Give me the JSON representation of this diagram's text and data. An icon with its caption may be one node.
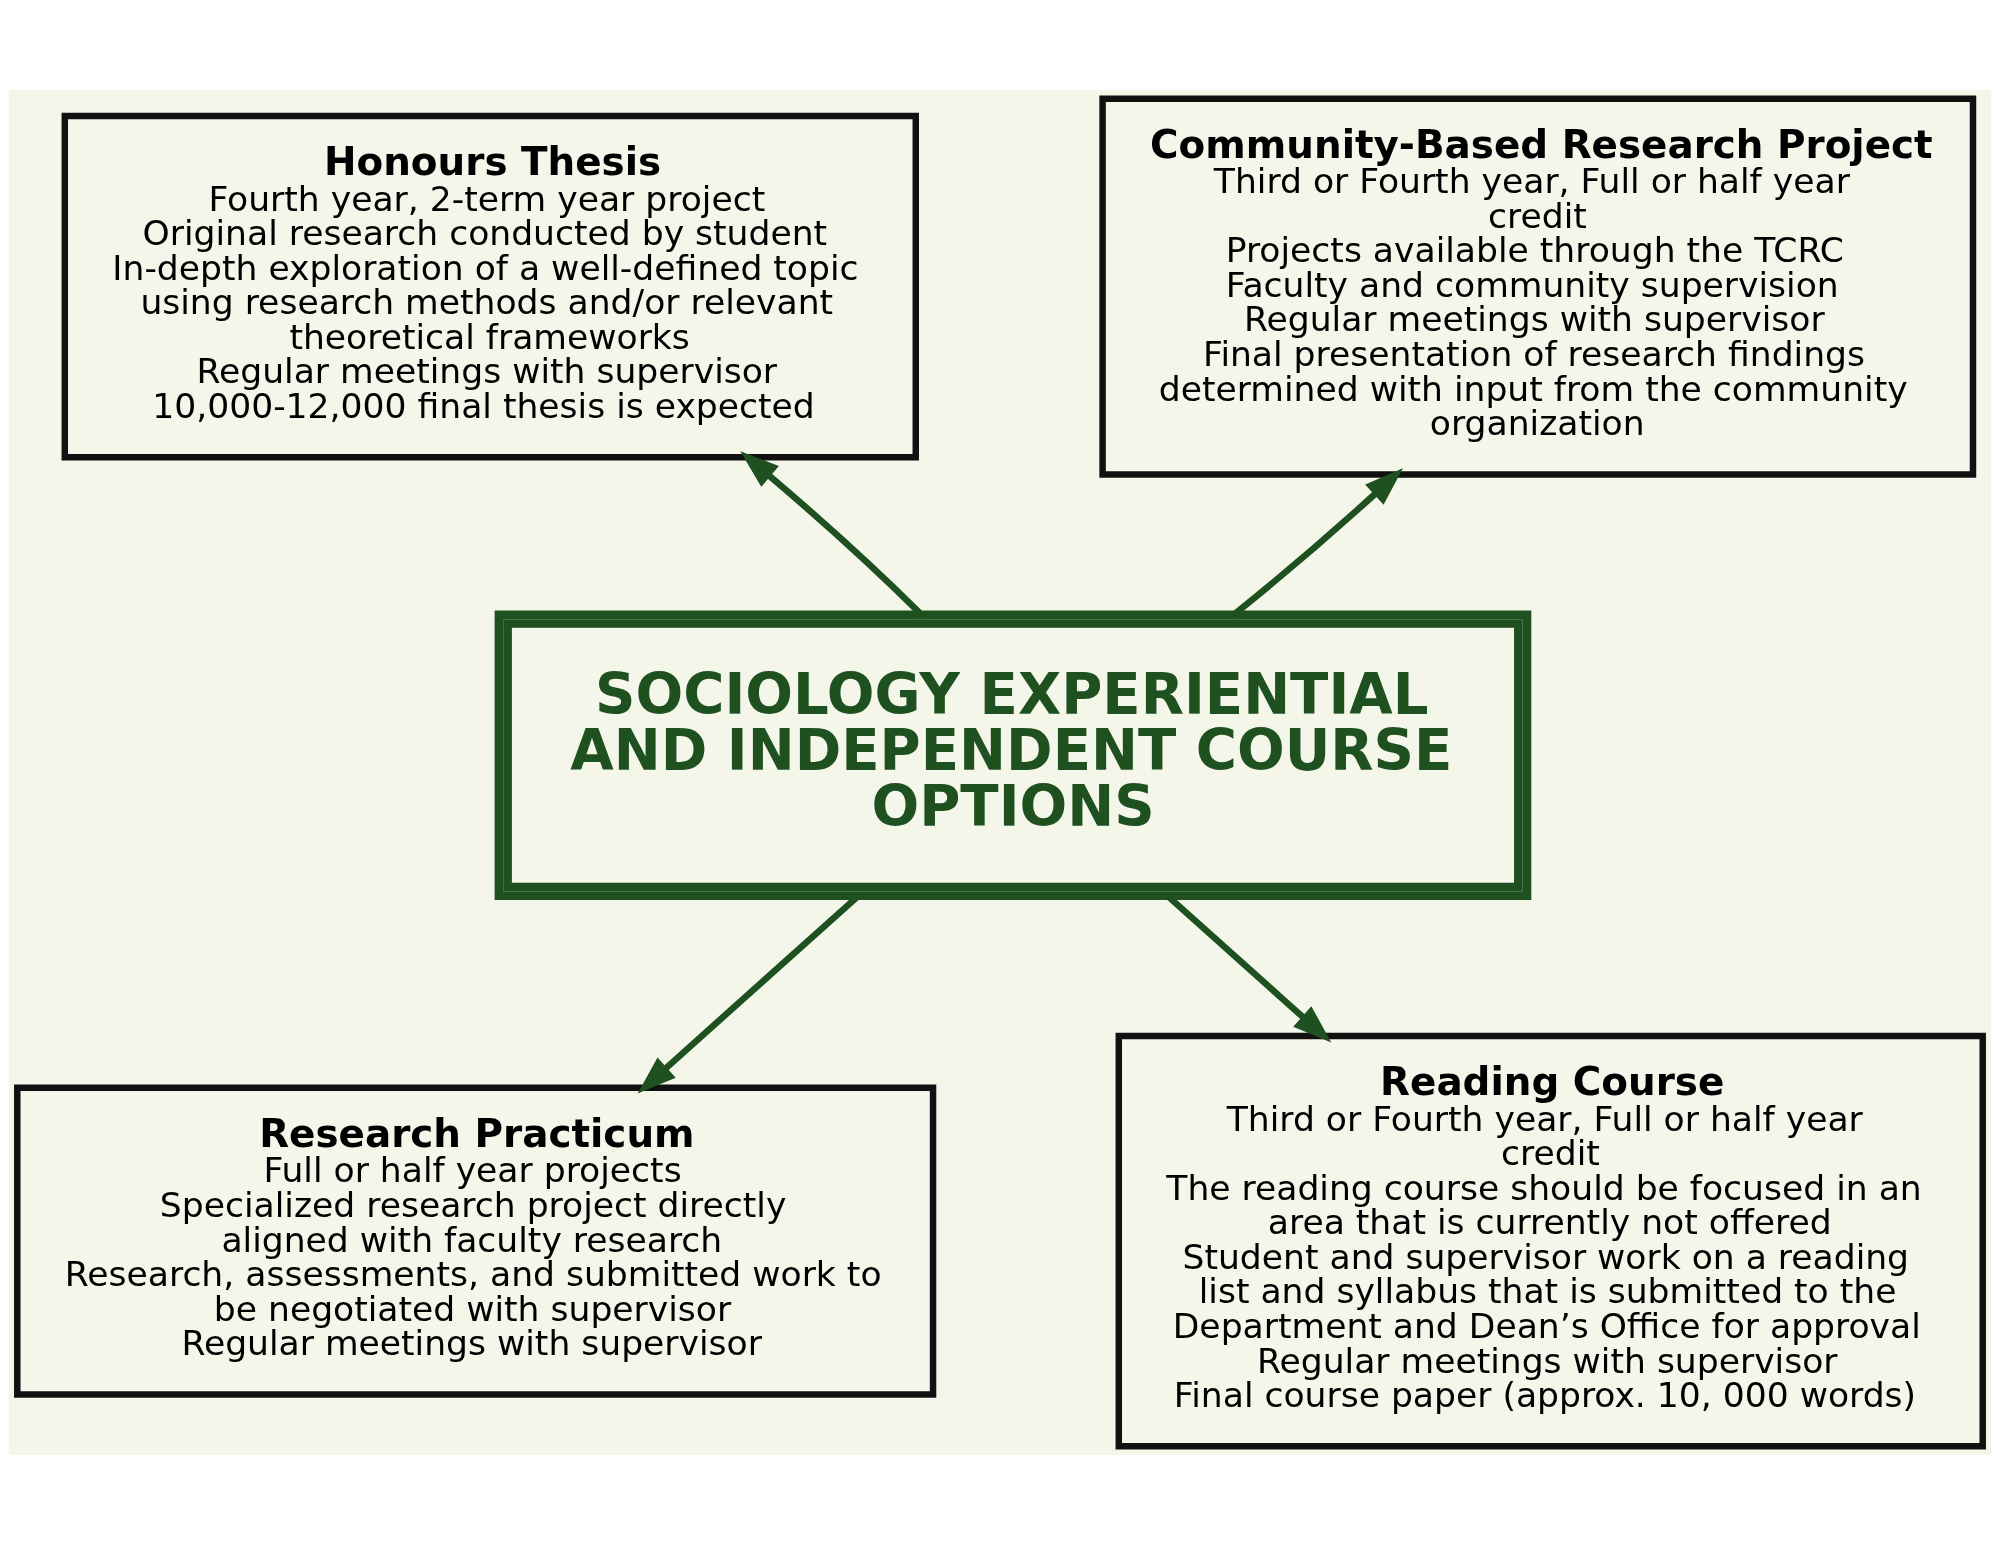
{
  "diagram": {
    "nodes": [
      {
        "text": [
          "SOCIOLOGY EXPERIENTIAL AND INDEPENDENT COURSE OPTIONS"
        ]
      },
      {
        "text": [
          "Honours Thesis",
          "Fourth year, 2-term year project",
          "Original research conducted by student",
          "In-depth exploration of a well-defined topic using research methods and/or relevant theoretical frameworks",
          "Regular meetings with supervisor",
          "10,000-12,000 final thesis is expected"
        ]
      },
      {
        "text": [
          "Community-Based Research Project",
          "Third or Fourth year, Full or half year credit",
          "Projects available through the TCRC",
          "Faculty and community supervision",
          "Regular meetings with supervisor",
          "Final presentation of research findings determined with input from the community organization"
        ]
      },
      {
        "text": [
          "Research Practicum",
          "Full or half year projects",
          "Specialized research project directly aligned with faculty research",
          "Research, assessments, and submitted work to be negotiated with supervisor",
          "Regular meetings with supervisor"
        ]
      },
      {
        "text": [
          "Reading Course",
          "Third or Fourth year, Full or half year credit",
          "The reading course should be focused in an area that is currently not offered",
          "Student and supervisor work on a reading list and syllabus that is submitted to the Department and Dean’s Office for approval",
          "Regular meetings with supervisor",
          "Final course paper (approx. 10, 000 words)"
        ]
      }
    ],
    "edges": [
      {
        "from": 0,
        "to": 1,
        "arrow": "to"
      },
      {
        "from": 0,
        "to": 2,
        "arrow": "to"
      },
      {
        "from": 0,
        "to": 3,
        "arrow": "to"
      },
      {
        "from": 0,
        "to": 4,
        "arrow": "to"
      }
    ]
  }
}
